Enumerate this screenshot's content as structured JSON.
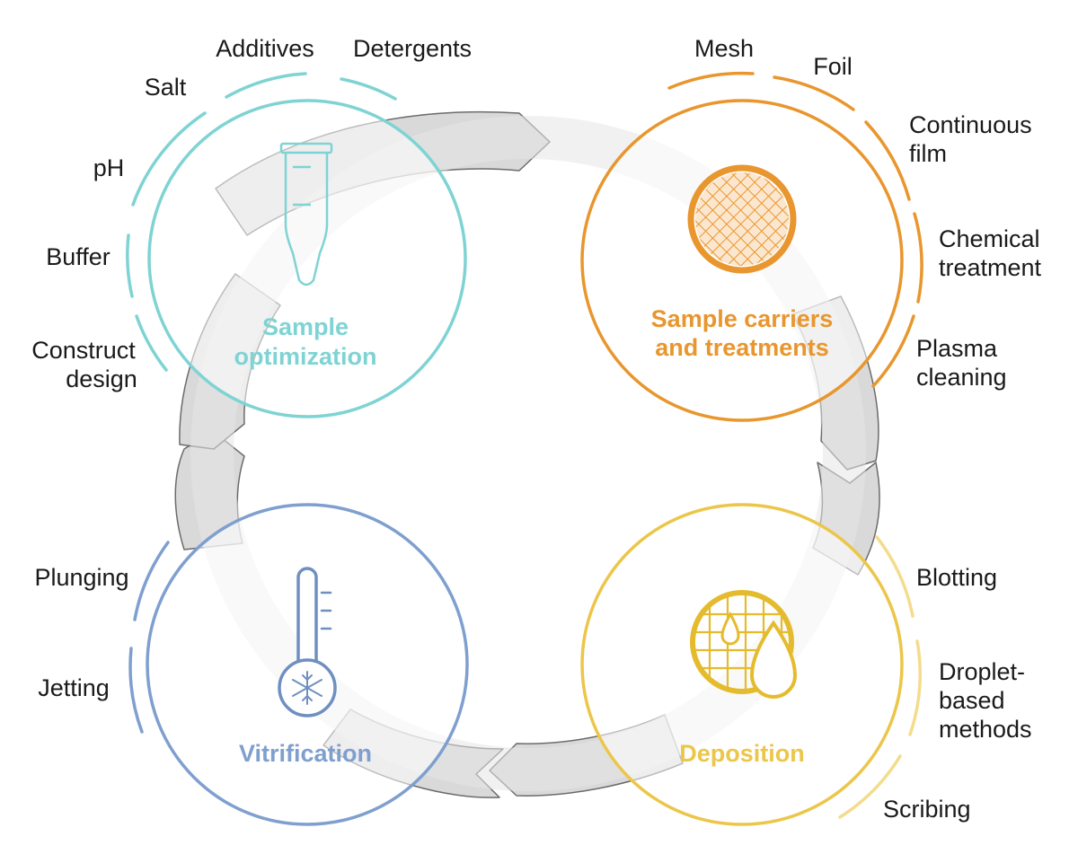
{
  "colors": {
    "optimization": "#7fd3d3",
    "carriers": "#e8962d",
    "vitrification": "#7f9fcf",
    "deposition": "#ecc64a",
    "cycle_fill": "#d9d9d9",
    "cycle_stroke": "#6b6b6b",
    "text": "#1a1a1a"
  },
  "stages": {
    "optimization": {
      "title_line1": "Sample",
      "title_line2": "optimization",
      "icon": "microcentrifuge-tube-icon",
      "options": {
        "additives": "Additives",
        "detergents": "Detergents",
        "salt": "Salt",
        "ph": "pH",
        "buffer": "Buffer",
        "construct_line1": "Construct",
        "construct_line2": "design"
      }
    },
    "carriers": {
      "title_line1": "Sample carriers",
      "title_line2": "and treatments",
      "icon": "grid-mesh-icon",
      "options": {
        "mesh": "Mesh",
        "foil": "Foil",
        "continuous_line1": "Continuous",
        "continuous_line2": "film",
        "chemical_line1": "Chemical",
        "chemical_line2": "treatment",
        "plasma_line1": "Plasma",
        "plasma_line2": "cleaning"
      }
    },
    "vitrification": {
      "title": "Vitrification",
      "icon": "thermometer-snowflake-icon",
      "options": {
        "plunging": "Plunging",
        "jetting": "Jetting"
      }
    },
    "deposition": {
      "title": "Deposition",
      "icon": "grid-droplet-icon",
      "options": {
        "blotting": "Blotting",
        "droplet_line1": "Droplet-",
        "droplet_line2": "based",
        "droplet_line3": "methods",
        "scribing": "Scribing"
      }
    }
  }
}
